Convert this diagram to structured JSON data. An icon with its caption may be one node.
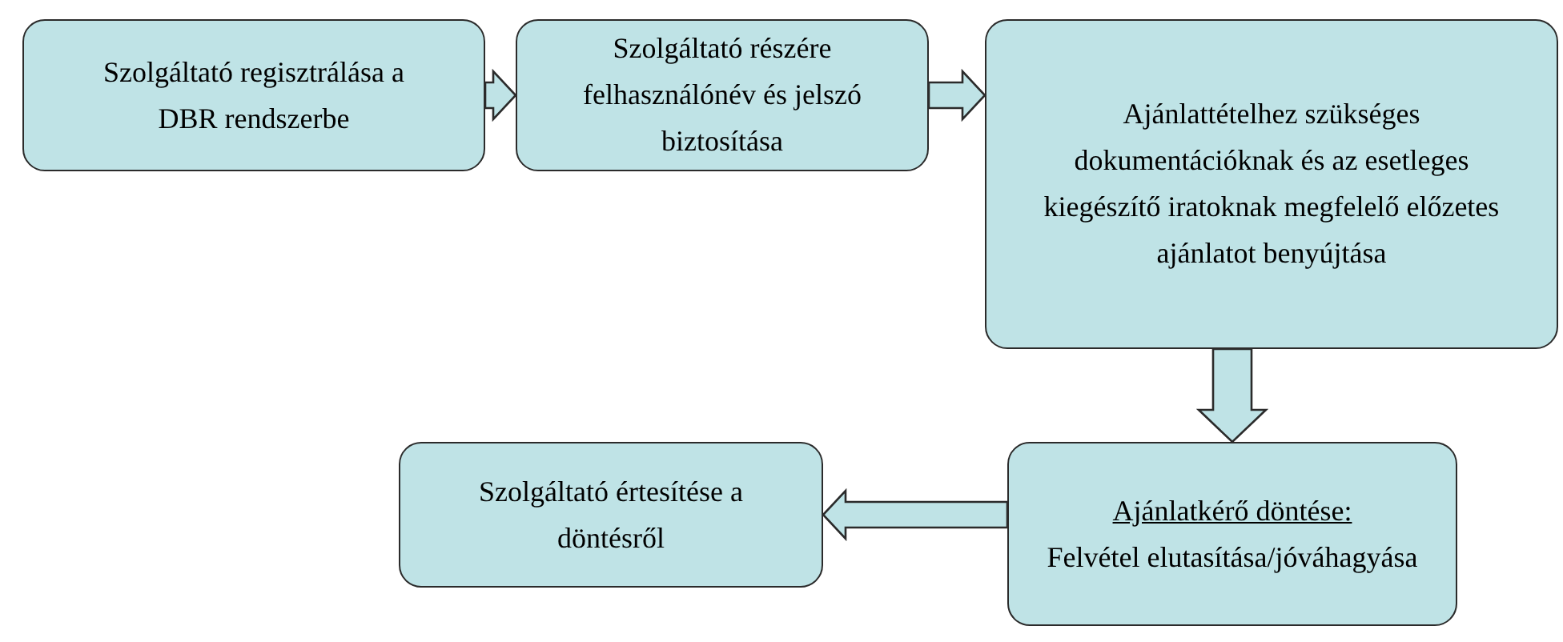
{
  "diagram": {
    "nodes": [
      {
        "text": [
          "Szolgáltató regisztrálása a DBR rendszerbe"
        ]
      },
      {
        "text": [
          "Szolgáltató részére felhasználónév és jelszó biztosítása"
        ]
      },
      {
        "text": [
          "Ajánlattételhez szükséges dokumentációknak és az esetleges kiegészítő iratoknak megfelelő előzetes ajánlatot benyújtása"
        ]
      },
      {
        "text": [
          "Ajánlatkérő döntése:",
          "Felvétel elutasítása/jóváhagyása"
        ]
      },
      {
        "text": [
          "Szolgáltató értesítése a döntésről"
        ]
      }
    ],
    "edges": [
      {
        "from": 0,
        "to": 1,
        "arrow": "to"
      },
      {
        "from": 1,
        "to": 2,
        "arrow": "to"
      },
      {
        "from": 2,
        "to": 3,
        "arrow": "to"
      },
      {
        "from": 3,
        "to": 4,
        "arrow": "to"
      }
    ]
  }
}
